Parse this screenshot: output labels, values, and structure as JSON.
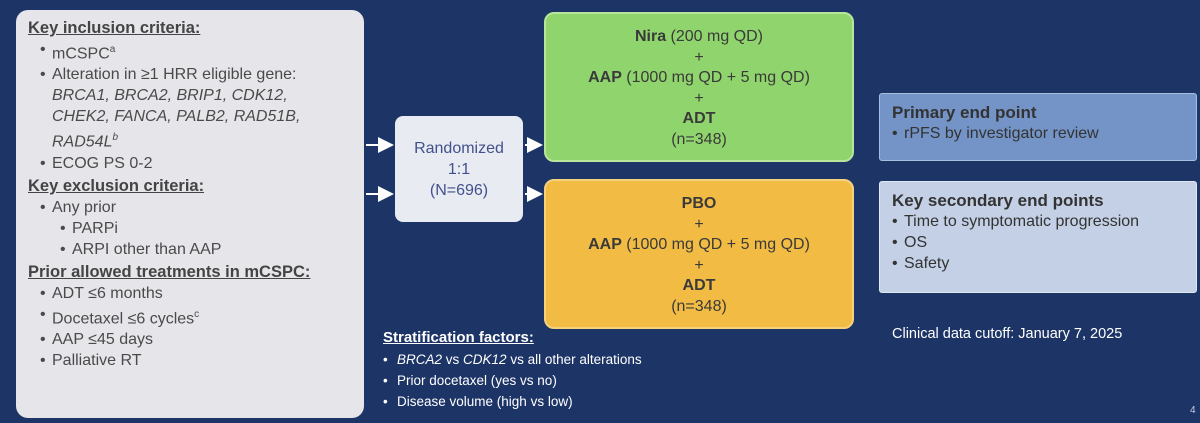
{
  "criteria": {
    "inclusion_title": "Key inclusion criteria:",
    "inclusion_items": [
      {
        "text": "mCSPC",
        "sup": "a"
      },
      {
        "text": "Alteration in ≥1 HRR eligible gene:"
      }
    ],
    "genes_line1": "BRCA1, BRCA2, BRIP1, CDK12,",
    "genes_line2": "CHEK2, FANCA, PALB2, RAD51B,",
    "genes_line3": "RAD54L",
    "genes_sup": "b",
    "ecog": "ECOG PS 0-2",
    "exclusion_title": "Key exclusion criteria:",
    "exclusion_any": "Any prior",
    "exclusion_sub": [
      "PARPi",
      "ARPI other than AAP"
    ],
    "prior_title": "Prior allowed treatments in mCSPC:",
    "prior_items": [
      "ADT ≤6 months",
      "Docetaxel ≤6 cycles",
      "AAP ≤45 days",
      "Palliative RT"
    ],
    "prior_doce_sup": "c"
  },
  "randomized": {
    "line1": "Randomized",
    "line2": "1:1",
    "line3": "(N=696)"
  },
  "arm_nira": {
    "drug": "Nira",
    "drug_dose": " (200 mg QD)",
    "plus1": "+",
    "aap": "AAP",
    "aap_dose": " (1000 mg QD + 5 mg QD)",
    "plus2": "+",
    "adt": "ADT",
    "n": "(n=348)",
    "color": "#8fd46c"
  },
  "arm_pbo": {
    "drug": "PBO",
    "plus1": "+",
    "aap": "AAP",
    "aap_dose": " (1000 mg QD + 5 mg QD)",
    "plus2": "+",
    "adt": "ADT",
    "n": "(n=348)",
    "color": "#f2bc44"
  },
  "primary": {
    "title": "Primary end point",
    "items": [
      "rPFS by investigator review"
    ]
  },
  "secondary": {
    "title": "Key secondary end points",
    "items": [
      "Time to symptomatic progression",
      "OS",
      "Safety"
    ]
  },
  "cutoff": "Clinical data cutoff: January 7, 2025",
  "stratification": {
    "title": "Stratification factors:",
    "item1_a": "BRCA2",
    "item1_b": " vs ",
    "item1_c": "CDK12",
    "item1_d": " vs all other alterations",
    "item2": "Prior docetaxel (yes vs no)",
    "item3": "Disease volume (high vs low)"
  },
  "page_number": "4"
}
